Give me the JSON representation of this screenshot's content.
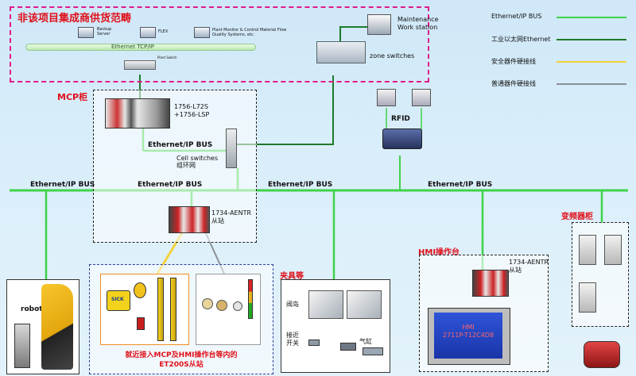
{
  "title": "非该项目集成商供货范畴",
  "servers": [
    "Backup Server",
    "FLEX",
    "Plant Monitor & Control Material Flow Quality Systems, etc."
  ],
  "ethernet_tcpip": "Ethernet  TCP/IP",
  "plant_switch": "Plant Switch",
  "maintenance": "Maintenance Work station",
  "zone_switches": "zone switches",
  "legend": [
    {
      "label": "Ethernet/IP BUS",
      "color": "#3fd24a"
    },
    {
      "label": "工业以太网Ethernet",
      "color": "#1d7a2a"
    },
    {
      "label": "安全器件硬接线",
      "color": "#f2d23a"
    },
    {
      "label": "普通器件硬接线",
      "color": "#8b8f96"
    }
  ],
  "mcp_title": "MCP柜",
  "controller": "1756-L72S\n+1756-LSP",
  "mcp_bus": "Ethernet/IP BUS",
  "cell_switches": "Cell switches\n组环网",
  "rfid": "RFID",
  "bus_labels": [
    "Ethernet/IP BUS",
    "Ethernet/IP BUS",
    "Ethernet/IP BUS",
    "Ethernet/IP BUS"
  ],
  "aentr_main": "1734-AENTR\n从站",
  "robot": "robot",
  "et200s_caption": "就近接入MCP及HMI操作台等内的\nET200S从站",
  "fixture_title": "夹具等",
  "island": "阀岛",
  "proximity": "接近\n开关",
  "cylinder": "气缸",
  "hmi_title": "HMI操作台",
  "aentr_hmi": "1734-AENTR\n从站",
  "hmi_screen": "HMI\n2711P-T12C4D8",
  "vfd_title": "变频器柜",
  "sick_label": "SICK"
}
